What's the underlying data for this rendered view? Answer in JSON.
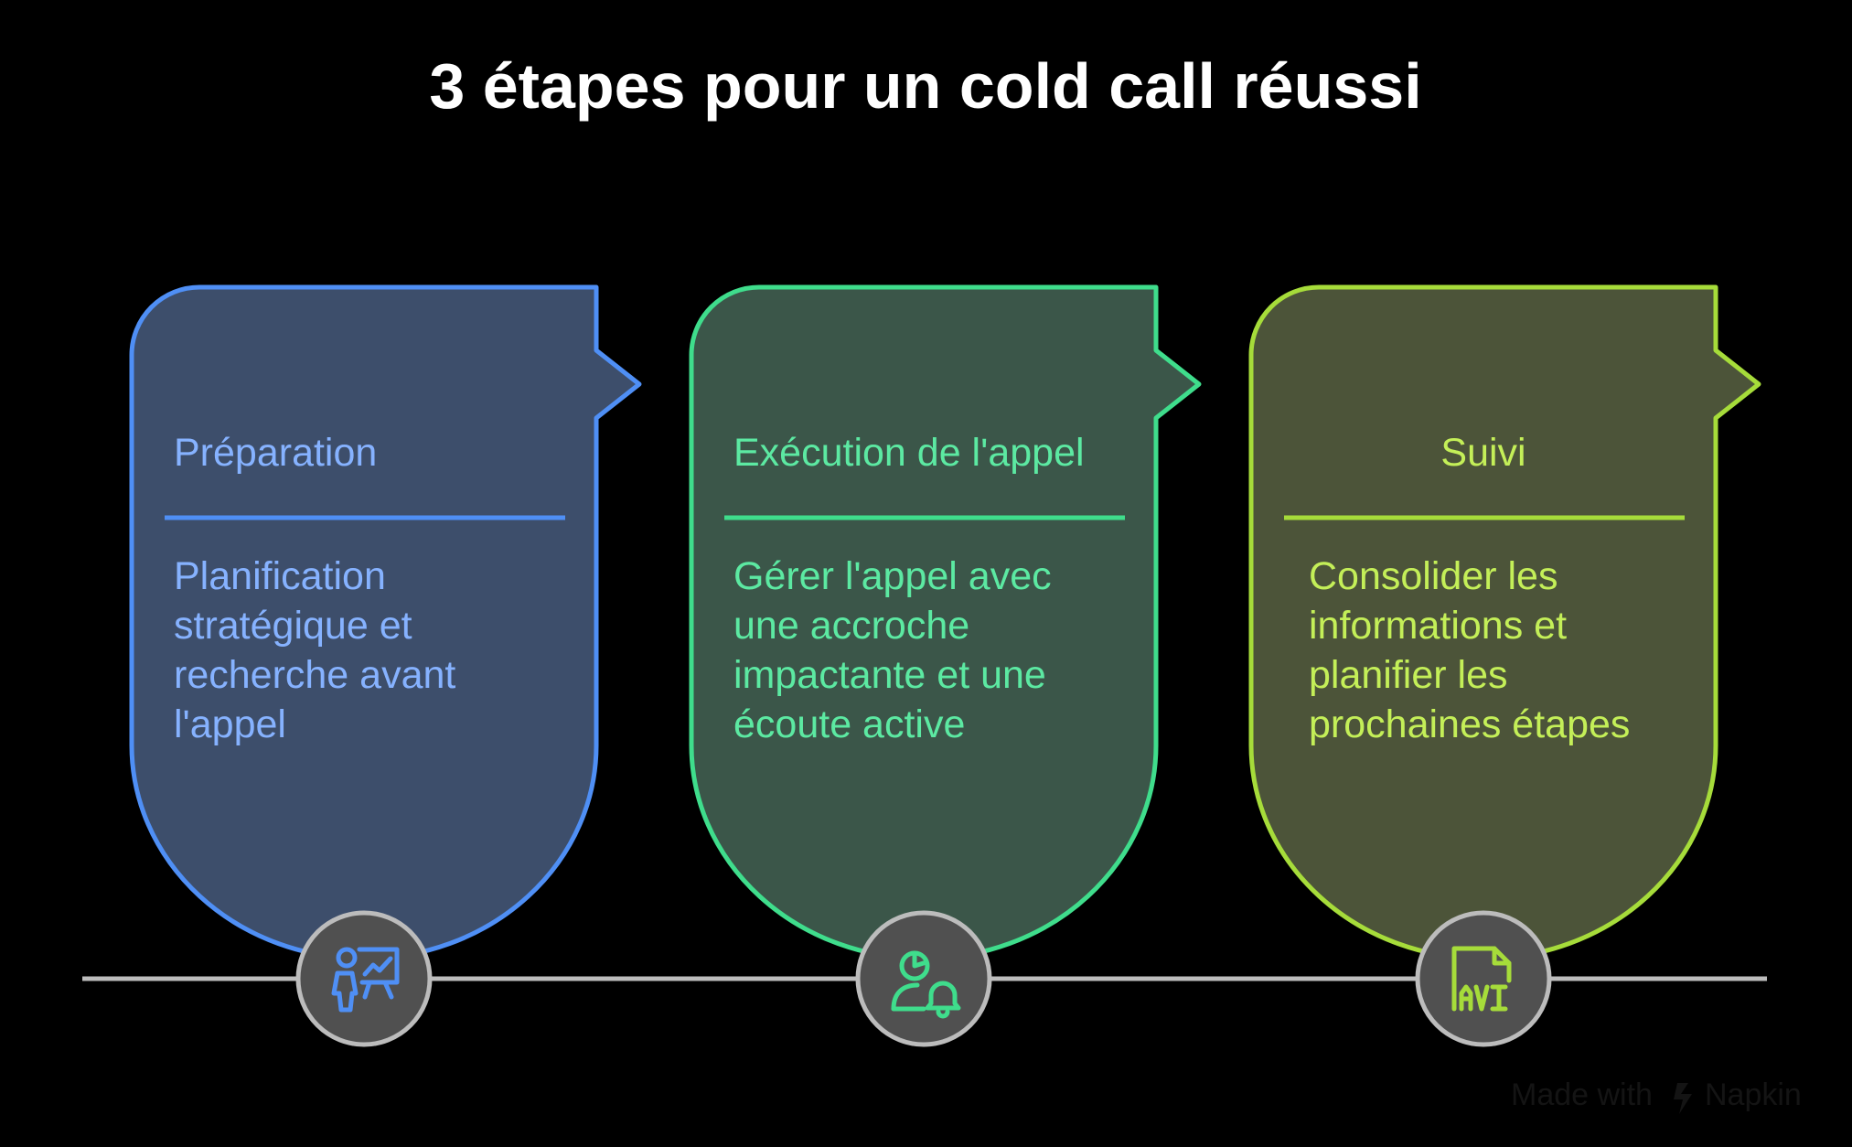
{
  "title": "3 étapes pour un cold call réussi",
  "steps": [
    {
      "title": "Préparation",
      "description_lines": [
        "Planification",
        "stratégique et",
        "recherche avant",
        "l'appel"
      ],
      "icon": "presentation-person-icon",
      "colors": {
        "stroke": "#4f8ff5",
        "fill": "#3d4e6b",
        "text": "#86b2ff"
      }
    },
    {
      "title": "Exécution de l'appel",
      "description_lines": [
        "Gérer l'appel avec",
        "une accroche",
        "impactante et une",
        "écoute active"
      ],
      "icon": "person-bell-icon",
      "colors": {
        "stroke": "#3fdd8c",
        "fill": "#3b5649",
        "text": "#5ce9a2"
      }
    },
    {
      "title": "Suivi",
      "description_lines": [
        "Consolider les",
        "informations et",
        "planifier les",
        "prochaines étapes"
      ],
      "icon": "avi-file-icon",
      "colors": {
        "stroke": "#a6dc3a",
        "fill": "#4c5439",
        "text": "#c4ef58"
      }
    }
  ],
  "watermark": {
    "prefix": "Made with",
    "brand": "Napkin"
  },
  "colors": {
    "background": "#000000",
    "timeline": "#bcbcbc",
    "icon_circle_fill": "#505050",
    "icon_circle_stroke": "#bcbcbc"
  }
}
